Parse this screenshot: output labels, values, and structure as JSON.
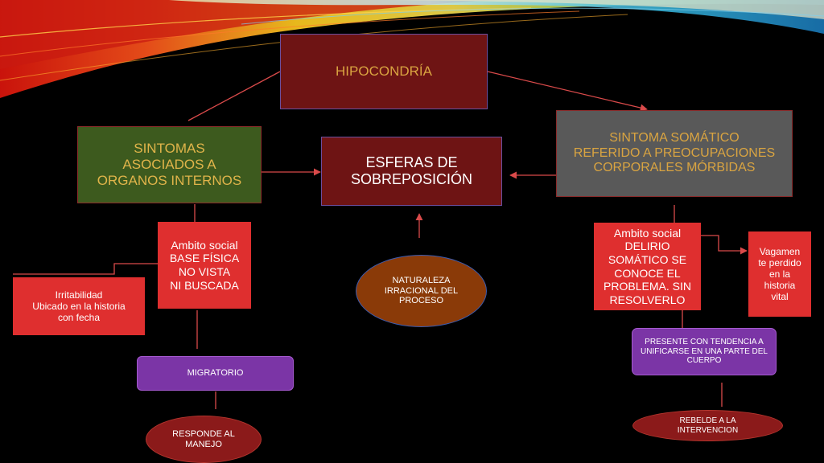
{
  "theme": {
    "background": "#000000",
    "connector_color": "#d94a4a",
    "title_text_color": "#d9a441"
  },
  "nodes": {
    "hipocondria": "HIPOCONDRÍA",
    "sintomas_asociados": "SINTOMAS\nASOCIADOS A\nORGANOS INTERNOS",
    "esferas": "ESFERAS DE\nSOBREPOSICIÓN",
    "sintoma_somatico": "SINTOMA SOMÁTICO\nREFERIDO A PREOCUPACIONES\nCORPORALES MÓRBIDAS",
    "ambito_fisica": "Ambito social\nBASE FÍSICA\nNO VISTA\nNI BUSCADA",
    "irritabilidad": "Irritabilidad\nUbicado en la historia\ncon fecha",
    "ambito_delirio": "Ambito social\nDELIRIO\nSOMÁTICO SE\nCONOCE EL\nPROBLEMA. SIN\nRESOLVERLO",
    "vagamente": "Vagamen\nte perdido\nen la\nhistoria\nvital",
    "naturaleza": "NATURALEZA\nIRRACIONAL DEL\nPROCESO",
    "migratorio": "MIGRATORIO",
    "presente": "PRESENTE CON TENDENCIA A\nUNIFICARSE EN UNA PARTE DEL\nCUERPO",
    "responde": "RESPONDE AL\nMANEJO",
    "rebelde": "REBELDE A LA\nINTERVENCION"
  }
}
